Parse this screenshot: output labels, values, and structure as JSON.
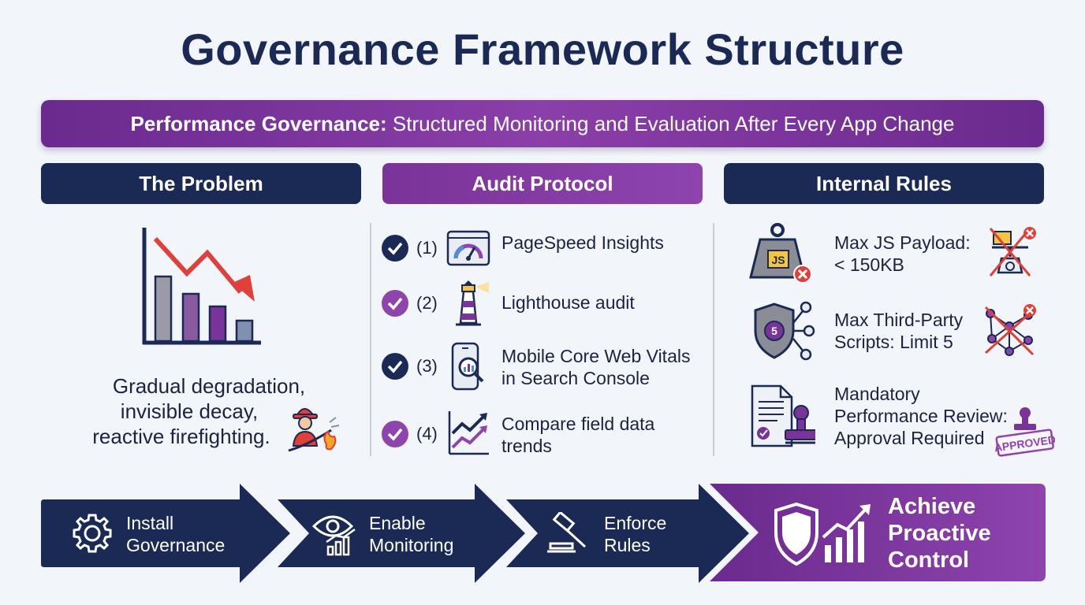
{
  "title": "Governance Framework Structure",
  "banner": {
    "bold": "Performance Governance:",
    "text": " Structured Monitoring and Evaluation After Every App Change"
  },
  "columns": {
    "problem": "The Problem",
    "audit": "Audit Protocol",
    "rules": "Internal Rules"
  },
  "problem": {
    "lines": [
      "Gradual degradation,",
      "invisible decay,",
      "reactive firefighting."
    ]
  },
  "audit": [
    {
      "num": "(1)",
      "lines": [
        "PageSpeed Insights"
      ],
      "icon": "speedometer-icon",
      "check_color": "#1b2a55"
    },
    {
      "num": "(2)",
      "lines": [
        "Lighthouse audit"
      ],
      "icon": "lighthouse-icon",
      "check_color": "#8e44ad"
    },
    {
      "num": "(3)",
      "lines": [
        "Mobile Core Web Vitals",
        "in Search Console"
      ],
      "icon": "mobile-search-icon",
      "check_color": "#1b2a55"
    },
    {
      "num": "(4)",
      "lines": [
        "Compare field data",
        "trends"
      ],
      "icon": "trend-chart-icon",
      "check_color": "#8e44ad"
    }
  ],
  "rules": [
    {
      "lines": [
        "Max JS Payload:",
        "< 150KB"
      ],
      "icon": "js-weight-icon",
      "side_icon": "scale-rejected-icon"
    },
    {
      "lines": [
        "Max Third-Party",
        "Scripts: Limit 5"
      ],
      "icon": "shield-network-icon",
      "side_icon": "network-rejected-icon"
    },
    {
      "lines": [
        "Mandatory",
        "Performance Review:",
        "Approval Required"
      ],
      "icon": "document-stamp-icon",
      "side_icon": "approved-stamp-icon",
      "stamp_text": "APPROVED"
    }
  ],
  "flow": [
    {
      "lines": [
        "Install",
        "Governance"
      ],
      "icon": "gear-icon"
    },
    {
      "lines": [
        "Enable",
        "Monitoring"
      ],
      "icon": "eye-chart-icon"
    },
    {
      "lines": [
        "Enforce",
        "Rules"
      ],
      "icon": "gavel-icon"
    },
    {
      "lines": [
        "Achieve",
        "Proactive",
        "Control"
      ],
      "icon": "shield-growth-icon"
    }
  ],
  "colors": {
    "navy": "#1b2a55",
    "purple": "#8e44ad",
    "red": "#e0403a",
    "background": "#f2f5f9"
  }
}
